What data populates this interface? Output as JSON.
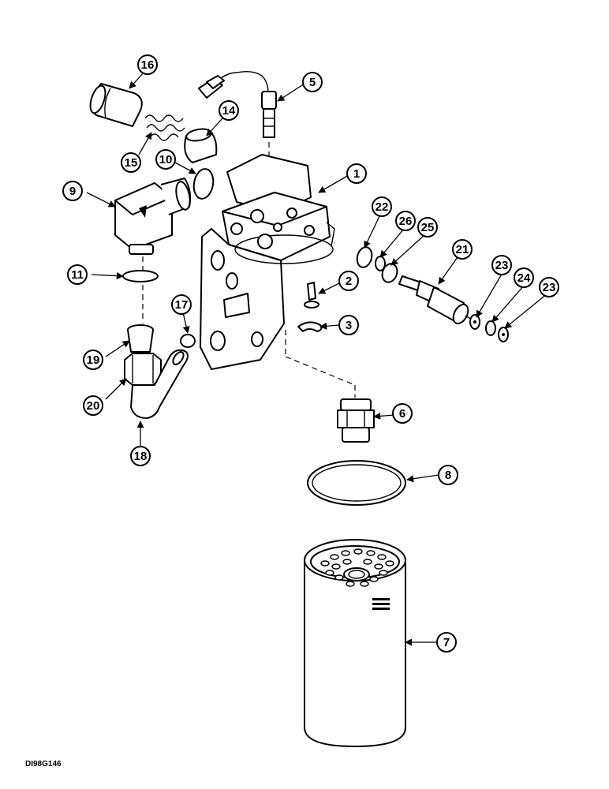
{
  "drawing_id": "DI98G146",
  "callouts": [
    {
      "id": "c16",
      "label": "16"
    },
    {
      "id": "c5",
      "label": "5"
    },
    {
      "id": "c14",
      "label": "14"
    },
    {
      "id": "c15",
      "label": "15"
    },
    {
      "id": "c10",
      "label": "10"
    },
    {
      "id": "c1",
      "label": "1"
    },
    {
      "id": "c9",
      "label": "9"
    },
    {
      "id": "c22",
      "label": "22"
    },
    {
      "id": "c26",
      "label": "26"
    },
    {
      "id": "c25",
      "label": "25"
    },
    {
      "id": "c21",
      "label": "21"
    },
    {
      "id": "c23a",
      "label": "23"
    },
    {
      "id": "c24",
      "label": "24"
    },
    {
      "id": "c23b",
      "label": "23"
    },
    {
      "id": "c11",
      "label": "11"
    },
    {
      "id": "c2",
      "label": "2"
    },
    {
      "id": "c17",
      "label": "17"
    },
    {
      "id": "c3",
      "label": "3"
    },
    {
      "id": "c19",
      "label": "19"
    },
    {
      "id": "c20",
      "label": "20"
    },
    {
      "id": "c6",
      "label": "6"
    },
    {
      "id": "c18",
      "label": "18"
    },
    {
      "id": "c8",
      "label": "8"
    },
    {
      "id": "c7",
      "label": "7"
    }
  ]
}
